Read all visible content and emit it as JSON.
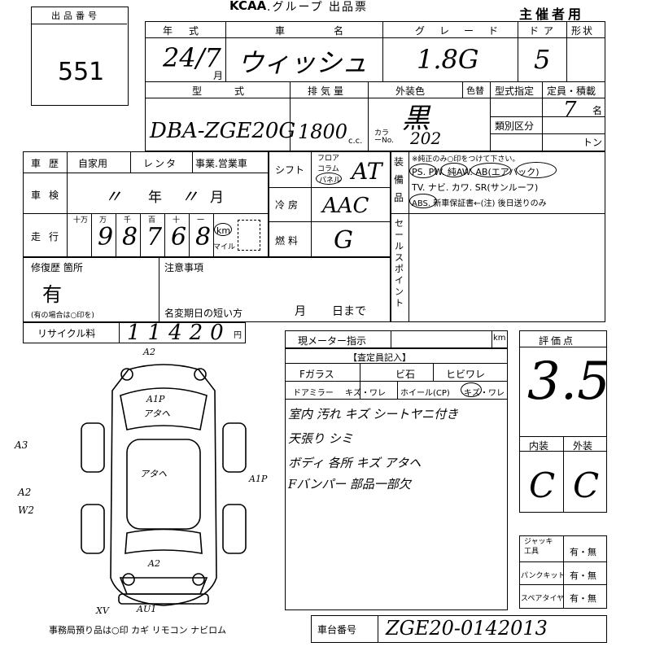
{
  "lot": {
    "label": "出品番号",
    "value": "551"
  },
  "header": {
    "brand": "KCAA",
    "group_title": ".グループ 出品票",
    "organizer": "主催者用"
  },
  "row1": {
    "year_label": "年式",
    "car_name_label": "車名",
    "grade_label": "グレード",
    "door_label": "ドア",
    "shape_label": "形状",
    "year_value": "24/7",
    "month_unit": "月",
    "car_name": "ウィッシュ",
    "grade": "1.8G",
    "doors": "5"
  },
  "row2": {
    "model_label": "型式",
    "displacement_label": "排気量",
    "color_label": "外装色",
    "color_change_label": "色替",
    "model_designation_label": "型式指定",
    "capacity_label": "定員・積載",
    "category_label": "類別区分",
    "model": "DBA-ZGE20G",
    "displacement": "1800",
    "cc_unit": "c.c.",
    "color": "黒",
    "color_no_label": "カラーNo.",
    "color_no": "202",
    "capacity": "7",
    "capacity_unit": "名",
    "load_unit": "トン"
  },
  "history": {
    "label": "車歴",
    "options": [
      "自家用",
      "レンタ",
      "事業.営業車"
    ],
    "inspection_label": "車検",
    "inspection_value": "〃",
    "year_unit": "年",
    "month_value": "〃",
    "month_unit": "月",
    "mileage_label": "走行",
    "digit_labels": [
      "十万",
      "万",
      "千",
      "百",
      "十",
      "一"
    ],
    "mileage_digits": [
      "9",
      "8",
      "7",
      "6",
      "8"
    ],
    "km_label": "km",
    "mile_label": "マイル"
  },
  "shift": {
    "label": "シフト",
    "options": [
      "フロア",
      "コラム",
      "パネル"
    ],
    "value": "AT"
  },
  "ac": {
    "label": "冷房",
    "value": "AAC"
  },
  "fuel": {
    "label": "燃料",
    "value": "G"
  },
  "equipment": {
    "label": "装備品",
    "note": "※純正のみ○印をつけて下さい。",
    "line1": "PS. PW. 純AW. AB(エアバック)",
    "line2": "TV. ナビ. カワ. SR(サンルーフ)",
    "line3": "ABS. 新車保証書←(注) 後日送りのみ"
  },
  "sales_point": {
    "label": "セールスポイント"
  },
  "repair": {
    "label": "修復歴 箇所",
    "value": "有",
    "note": "(有の場合は○印を)"
  },
  "notice": {
    "label": "注意事項",
    "deadline_label": "名変期日の短い方",
    "month_unit": "月",
    "day_unit": "日まで"
  },
  "recycle": {
    "label": "リサイクル料",
    "value": "11420",
    "unit": "円"
  },
  "meter": {
    "label": "現メーター指示",
    "unit": "km"
  },
  "inspector": {
    "title": "【査定員記入】",
    "glass_label": "Fガラス",
    "chip_label": "ビ石",
    "crack_label": "ヒビワレ",
    "mirror_label": "ドアミラー",
    "mirror_opts": "キズ・ワレ",
    "wheel_label": "ホイール(CP)",
    "wheel_opts": "キズ・ワレ",
    "comments": [
      "室内 汚れ キズ シートヤニ付き",
      "天張り シミ",
      "ボディ 各所 キズ アタヘ",
      "Fバンパー 部品一部欠"
    ]
  },
  "rating": {
    "label": "評価点",
    "value": "3.5",
    "interior_label": "内装",
    "exterior_label": "外装",
    "interior": "C",
    "exterior": "C"
  },
  "tools": {
    "jack_label": "ジャッキ工具",
    "puncture_label": "パンクキット",
    "spare_label": "スペアタイヤ",
    "choice": "有・無"
  },
  "chassis": {
    "label": "車台番号",
    "value": "ZGE20-0142013"
  },
  "diagram": {
    "labels": [
      "A2",
      "A1P",
      "アタヘ",
      "A3",
      "A2",
      "W2",
      "A1P",
      "アタヘ",
      "A2",
      "XV",
      "AU1"
    ]
  },
  "footer": {
    "note": "事務局預り品は○印 カギ リモコン ナビロム"
  }
}
